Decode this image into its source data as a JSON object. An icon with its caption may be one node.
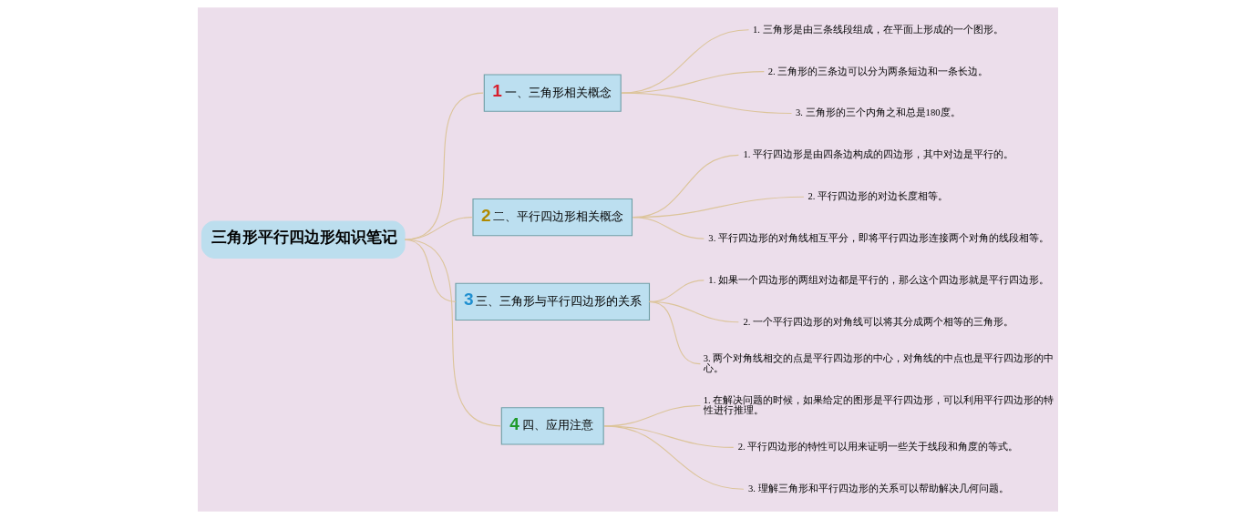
{
  "diagram": {
    "nodes": [
      {
        "text": [
          "三角形平行四边形知识笔记"
        ]
      },
      {
        "text": [
          "1",
          "一、三角形相关概念"
        ]
      },
      {
        "text": [
          "1. 三角形是由三条线段组成，在平面上形成的一个图形。"
        ]
      },
      {
        "text": [
          "2. 三角形的三条边可以分为两条短边和一条长边。"
        ]
      },
      {
        "text": [
          "3. 三角形的三个内角之和总是180度。"
        ]
      },
      {
        "text": [
          "2",
          "二、平行四边形相关概念"
        ]
      },
      {
        "text": [
          "1. 平行四边形是由四条边构成的四边形，其中对边是平行的。"
        ]
      },
      {
        "text": [
          "2. 平行四边形的对边长度相等。"
        ]
      },
      {
        "text": [
          "3. 平行四边形的对角线相互平分，即将平行四边形连接两个对角的线段相等。"
        ]
      },
      {
        "text": [
          "3",
          "三、三角形与平行四边形的关系"
        ]
      },
      {
        "text": [
          "1. 如果一个四边形的两组对边都是平行的，那么这个四边形就是平行四边形。"
        ]
      },
      {
        "text": [
          "2. 一个平行四边形的对角线可以将其分成两个相等的三角形。"
        ]
      },
      {
        "text": [
          "3. 两个对角线相交的点是平行四边形的中心，对角线的中点也是平行四边形的中心。"
        ]
      },
      {
        "text": [
          "4",
          "四、应用注意"
        ]
      },
      {
        "text": [
          "1. 在解决问题的时候，如果给定的图形是平行四边形，可以利用平行四边形的特性进行推理。"
        ]
      },
      {
        "text": [
          "2. 平行四边形的特性可以用来证明一些关于线段和角度的等式。"
        ]
      },
      {
        "text": [
          "3. 理解三角形和平行四边形的关系可以帮助解决几何问题。"
        ]
      }
    ],
    "edges": [
      {
        "from": 0,
        "to": 1,
        "arrow": "none"
      },
      {
        "from": 1,
        "to": 2,
        "arrow": "none"
      },
      {
        "from": 1,
        "to": 3,
        "arrow": "none"
      },
      {
        "from": 1,
        "to": 4,
        "arrow": "none"
      },
      {
        "from": 0,
        "to": 5,
        "arrow": "none"
      },
      {
        "from": 5,
        "to": 6,
        "arrow": "none"
      },
      {
        "from": 5,
        "to": 7,
        "arrow": "none"
      },
      {
        "from": 5,
        "to": 8,
        "arrow": "none"
      },
      {
        "from": 0,
        "to": 9,
        "arrow": "none"
      },
      {
        "from": 9,
        "to": 10,
        "arrow": "none"
      },
      {
        "from": 9,
        "to": 11,
        "arrow": "none"
      },
      {
        "from": 9,
        "to": 12,
        "arrow": "none"
      },
      {
        "from": 0,
        "to": 13,
        "arrow": "none"
      },
      {
        "from": 13,
        "to": 14,
        "arrow": "none"
      },
      {
        "from": 13,
        "to": 15,
        "arrow": "none"
      },
      {
        "from": 13,
        "to": 16,
        "arrow": "none"
      }
    ]
  }
}
